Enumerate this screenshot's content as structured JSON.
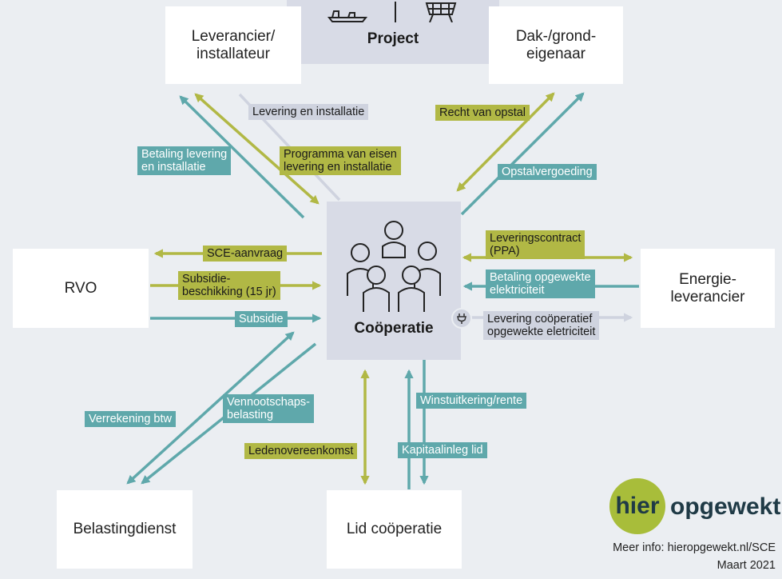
{
  "colors": {
    "olive": "#b1b845",
    "teal": "#5fa8ab",
    "grey": "#cfd3df",
    "navy": "#1f3a46"
  },
  "hubs": {
    "project": {
      "label": "Project",
      "icons": [
        "boat-solar-icon",
        "wind-turbine-icon",
        "solar-panel-icon"
      ]
    },
    "cooperatie": {
      "label": "Coöperatie",
      "icon": "people-group-icon"
    }
  },
  "nodes": {
    "leverancier": "Leverancier/\ninstallateur",
    "dak": "Dak-/grond-\neigenaar",
    "rvo": "RVO",
    "energie": "Energie-\nleverancier",
    "belasting": "Belastingdienst",
    "lid": "Lid coöperatie"
  },
  "labels": {
    "levering_installatie": "Levering en installatie",
    "betaling_levering": "Betaling levering\nen installatie",
    "programma": "Programma van eisen\nlevering en installatie",
    "recht_opstal": "Recht van opstal",
    "opstalvergoeding": "Opstalvergoeding",
    "sce_aanvraag": "SCE-aanvraag",
    "subsidiebeschikking": "Subsidie-\nbeschikking (15 jr)",
    "subsidie": "Subsidie",
    "leveringscontract": "Leveringscontract\n(PPA)",
    "betaling_opgewekte": "Betaling opgewekte\nelektriciteit",
    "levering_cooperatief": "Levering coöperatief\nopgewekte eletriciteit",
    "verrekening_btw": "Verrekening btw",
    "vennootschapsbelasting": "Vennootschaps-\nbelasting",
    "ledenovereenkomst": "Ledenovereenkomst",
    "winstuitkering": "Winstuitkering/rente",
    "kapitaalinleg": "Kapitaalinleg lid"
  },
  "icons": {
    "plug": "plug-icon"
  },
  "footer": {
    "logo_mark": "hier",
    "logo_word": "opgewekt",
    "info": "Meer info: hieropgewekt.nl/SCE",
    "date": "Maart 2021"
  }
}
